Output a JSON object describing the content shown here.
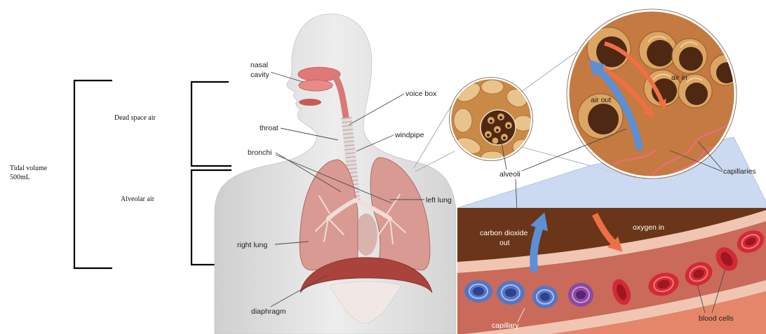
{
  "brackets": {
    "tidal_volume": [
      "Tidal volume",
      "500mL"
    ],
    "dead_space": "Dead space air",
    "alveolar": "Alveolar air"
  },
  "labels": {
    "nasal_cavity": [
      "nasal",
      "cavity"
    ],
    "voice_box": "voice box",
    "throat": "throat",
    "windpipe": "windpipe",
    "bronchi": "bronchi",
    "left_lung": "left lung",
    "right_lung": "right lung",
    "diaphragm": "diaphragm",
    "alveoli": "alveoli",
    "air_in": "air in",
    "air_out": "air out",
    "capillaries": "capillaries",
    "carbon_dioxide_out": [
      "carbon dioxide",
      "out"
    ],
    "oxygen_in": "oxygen in",
    "capillary": "capillary",
    "blood_cells": "blood cells"
  },
  "colors": {
    "lung": "#d99a94",
    "diaphragm": "#a9433b",
    "co2_arrow": "#5b8fd6",
    "o2_arrow": "#ef6f45",
    "red_blood_cell": "#d42a36",
    "blue_blood_cell": "#5676c4",
    "alveolar_tissue": "#c47a40"
  }
}
